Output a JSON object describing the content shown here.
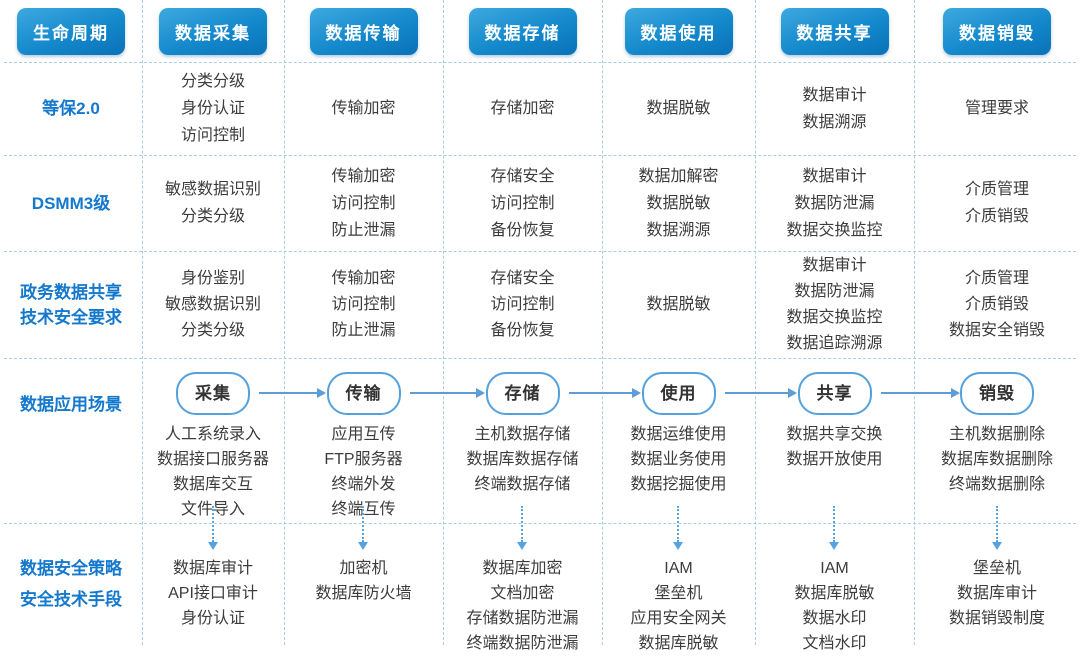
{
  "colors": {
    "header_gradient_top": "#3EA9E0",
    "header_gradient_bottom": "#0A71B7",
    "label_blue": "#1478CC",
    "body_text": "#3C3C3C",
    "dashed_line": "#A9CBEA",
    "pill_border": "#55A1DC",
    "arrow_blue": "#5C9DD8"
  },
  "header": {
    "cells": [
      "生命周期",
      "数据采集",
      "数据传输",
      "数据存储",
      "数据使用",
      "数据共享",
      "数据销毁"
    ]
  },
  "rows": [
    {
      "label": "等保2.0",
      "cells": [
        "分类分级\n身份认证\n访问控制",
        "传输加密",
        "存储加密",
        "数据脱敏",
        "数据审计\n数据溯源",
        "管理要求"
      ]
    },
    {
      "label": "DSMM3级",
      "cells": [
        "敏感数据识别\n分类分级",
        "传输加密\n访问控制\n防止泄漏",
        "存储安全\n访问控制\n备份恢复",
        "数据加解密\n数据脱敏\n数据溯源",
        "数据审计\n数据防泄漏\n数据交换监控",
        "介质管理\n介质销毁"
      ]
    },
    {
      "label": "政务数据共享\n技术安全要求",
      "cells": [
        "身份鉴别\n敏感数据识别\n分类分级",
        "传输加密\n访问控制\n防止泄漏",
        "存储安全\n访问控制\n备份恢复",
        "数据脱敏",
        "数据审计\n数据防泄漏\n数据交换监控\n数据追踪溯源",
        "介质管理\n介质销毁\n数据安全销毁"
      ]
    }
  ],
  "scenario": {
    "label": "数据应用场景",
    "stages": [
      {
        "badge": "采集",
        "items": "人工系统录入\n数据接口服务器\n数据库交互\n文件导入"
      },
      {
        "badge": "传输",
        "items": "应用互传\nFTP服务器\n终端外发\n终端互传"
      },
      {
        "badge": "存储",
        "items": "主机数据存储\n数据库数据存储\n终端数据存储"
      },
      {
        "badge": "使用",
        "items": "数据运维使用\n数据业务使用\n数据挖掘使用"
      },
      {
        "badge": "共享",
        "items": "数据共享交换\n数据开放使用"
      },
      {
        "badge": "销毁",
        "items": "主机数据删除\n数据库数据删除\n终端数据删除"
      }
    ]
  },
  "tools": {
    "label": "数据安全策略\n安全技术手段",
    "cells": [
      "数据库审计\nAPI接口审计\n身份认证",
      "加密机\n数据库防火墙",
      "数据库加密\n文档加密\n存储数据防泄漏\n终端数据防泄漏",
      "IAM\n堡垒机\n应用安全网关\n数据库脱敏",
      "IAM\n数据库脱敏\n数据水印\n文档水印",
      "堡垒机\n数据库审计\n数据销毁制度"
    ]
  }
}
